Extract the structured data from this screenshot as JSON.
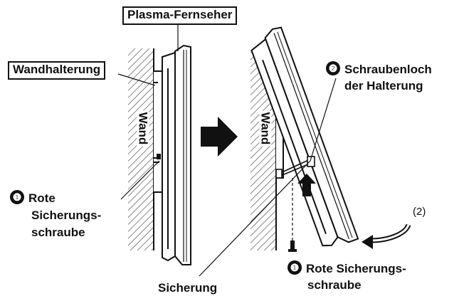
{
  "labels": {
    "tv": "Plasma-Fernseher",
    "mount": "Wandhalterung",
    "wall_left": "Wand",
    "wall_right": "Wand",
    "hole_num": "❷",
    "hole_line1": "Schraubenloch",
    "hole_line2": "der Halterung",
    "red_screw_left_num": "❶",
    "red_screw_left_line1": "Rote",
    "red_screw_left_line2": "Sicherungs-",
    "red_screw_left_line3": "schraube",
    "step2": "(2)",
    "red_screw_right_num": "❶",
    "red_screw_right_line1": "Rote Sicherungs-",
    "red_screw_right_line2": "schraube",
    "safety": "Sicherung"
  },
  "icons": {
    "process_arrow": "right-arrow-icon",
    "lift_arrow": "up-arrow-icon",
    "rotate_arrow": "curved-arrow-icon"
  },
  "colors": {
    "ink": "#111111",
    "hatch": "#555555",
    "paper": "#ffffff"
  }
}
